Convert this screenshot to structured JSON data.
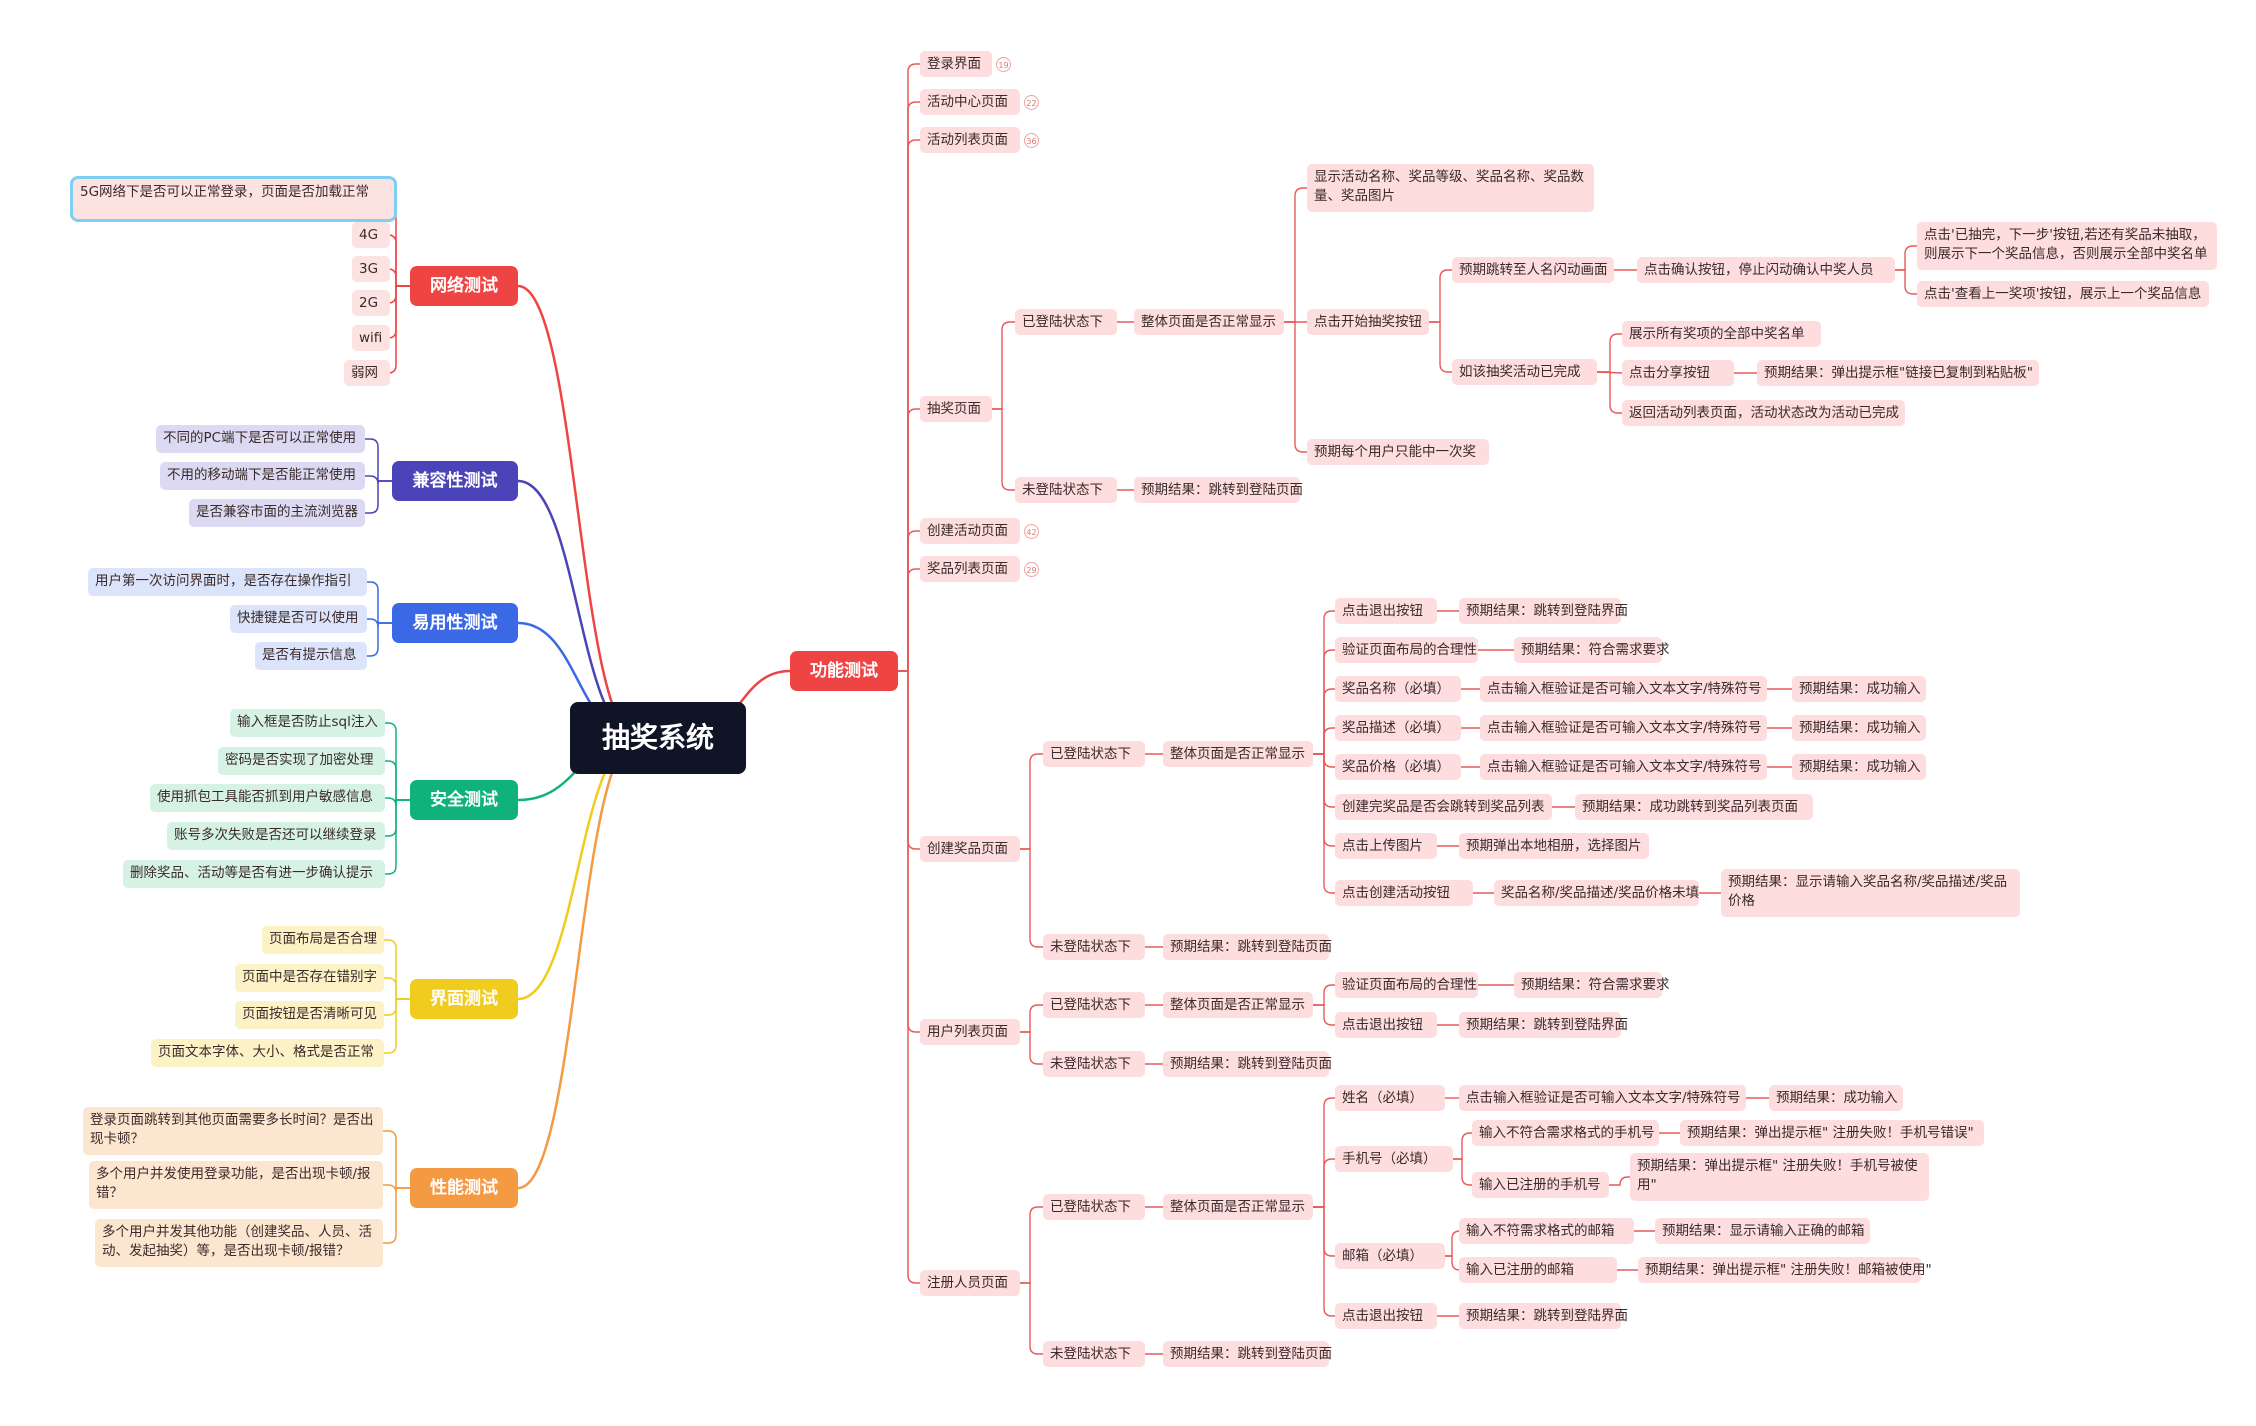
{
  "root": {
    "label": "抽奖系统"
  },
  "left": [
    {
      "label": "网络测试",
      "children": [
        "5G网络下是否可以正常登录，页面是否加载正常",
        "4G",
        "3G",
        "2G",
        "wifi",
        "弱网"
      ]
    },
    {
      "label": "兼容性测试",
      "children": [
        "不同的PC端下是否可以正常使用",
        "不用的移动端下是否能正常使用",
        "是否兼容市面的主流浏览器"
      ]
    },
    {
      "label": "易用性测试",
      "children": [
        "用户第一次访问界面时，是否存在操作指引",
        "快捷键是否可以使用",
        "是否有提示信息"
      ]
    },
    {
      "label": "安全测试",
      "children": [
        "输入框是否防止sql注入",
        "密码是否实现了加密处理",
        "使用抓包工具能否抓到用户敏感信息",
        "账号多次失败是否还可以继续登录",
        "删除奖品、活动等是否有进一步确认提示"
      ]
    },
    {
      "label": "界面测试",
      "children": [
        "页面布局是否合理",
        "页面中是否存在错别字",
        "页面按钮是否清晰可见",
        "页面文本字体、大小、格式是否正常"
      ]
    },
    {
      "label": "性能测试",
      "children": [
        "登录页面跳转到其他页面需要多长时间？是否出现卡顿？",
        "多个用户并发使用登录功能，是否出现卡顿/报错？",
        "多个用户并发其他功能（创建奖品、人员、活动、发起抽奖）等，是否出现卡顿/报错？"
      ]
    }
  ],
  "right": {
    "label": "功能测试",
    "children": [
      {
        "label": "登录界面",
        "count": "19"
      },
      {
        "label": "活动中心页面",
        "count": "22"
      },
      {
        "label": "活动列表页面",
        "count": "36"
      },
      {
        "label": "抽奖页面",
        "children": [
          {
            "label": "已登陆状态下",
            "children": [
              {
                "label": "整体页面是否正常显示",
                "children": [
                  {
                    "label": "显示活动名称、奖品等级、奖品名称、奖品数量、奖品图片"
                  },
                  {
                    "label": "点击开始抽奖按钮",
                    "children": [
                      {
                        "label": "预期跳转至人名闪动画面",
                        "children": [
                          {
                            "label": "点击确认按钮，停止闪动确认中奖人员",
                            "children": [
                              {
                                "label": "点击'已抽完，下一步'按钮,若还有奖品未抽取，则展示下一个奖品信息，否则展示全部中奖名单"
                              },
                              {
                                "label": "点击'查看上一奖项'按钮，展示上一个奖品信息"
                              }
                            ]
                          }
                        ]
                      },
                      {
                        "label": "如该抽奖活动已完成",
                        "children": [
                          {
                            "label": "展示所有奖项的全部中奖名单"
                          },
                          {
                            "label": "点击分享按钮",
                            "children": [
                              {
                                "label": "预期结果：弹出提示框\"链接已复制到粘贴板\""
                              }
                            ]
                          },
                          {
                            "label": "返回活动列表页面，活动状态改为活动已完成"
                          }
                        ]
                      }
                    ]
                  },
                  {
                    "label": "预期每个用户只能中一次奖"
                  }
                ]
              }
            ]
          },
          {
            "label": "未登陆状态下",
            "children": [
              {
                "label": "预期结果：跳转到登陆页面"
              }
            ]
          }
        ]
      },
      {
        "label": "创建活动页面",
        "count": "42"
      },
      {
        "label": "奖品列表页面",
        "count": "29"
      },
      {
        "label": "创建奖品页面",
        "children": [
          {
            "label": "已登陆状态下",
            "children": [
              {
                "label": "整体页面是否正常显示",
                "children": [
                  {
                    "label": "点击退出按钮",
                    "children": [
                      {
                        "label": "预期结果：跳转到登陆界面"
                      }
                    ]
                  },
                  {
                    "label": "验证页面布局的合理性",
                    "children": [
                      {
                        "label": "预期结果：符合需求要求"
                      }
                    ]
                  },
                  {
                    "label": "奖品名称（必填）",
                    "children": [
                      {
                        "label": "点击输入框验证是否可输入文本文字/特殊符号",
                        "children": [
                          {
                            "label": "预期结果：成功输入"
                          }
                        ]
                      }
                    ]
                  },
                  {
                    "label": "奖品描述（必填）",
                    "children": [
                      {
                        "label": "点击输入框验证是否可输入文本文字/特殊符号",
                        "children": [
                          {
                            "label": "预期结果：成功输入"
                          }
                        ]
                      }
                    ]
                  },
                  {
                    "label": "奖品价格（必填）",
                    "children": [
                      {
                        "label": "点击输入框验证是否可输入文本文字/特殊符号",
                        "children": [
                          {
                            "label": "预期结果：成功输入"
                          }
                        ]
                      }
                    ]
                  },
                  {
                    "label": "创建完奖品是否会跳转到奖品列表",
                    "children": [
                      {
                        "label": "预期结果：成功跳转到奖品列表页面"
                      }
                    ]
                  },
                  {
                    "label": "点击上传图片",
                    "children": [
                      {
                        "label": "预期弹出本地相册，选择图片"
                      }
                    ]
                  },
                  {
                    "label": "点击创建活动按钮",
                    "children": [
                      {
                        "label": "奖品名称/奖品描述/奖品价格未填",
                        "children": [
                          {
                            "label": "预期结果：显示请输入奖品名称/奖品描述/奖品价格"
                          }
                        ]
                      }
                    ]
                  }
                ]
              }
            ]
          },
          {
            "label": "未登陆状态下",
            "children": [
              {
                "label": "预期结果：跳转到登陆页面"
              }
            ]
          }
        ]
      },
      {
        "label": "用户列表页面",
        "children": [
          {
            "label": "已登陆状态下",
            "children": [
              {
                "label": "整体页面是否正常显示",
                "children": [
                  {
                    "label": "验证页面布局的合理性",
                    "children": [
                      {
                        "label": "预期结果：符合需求要求"
                      }
                    ]
                  },
                  {
                    "label": "点击退出按钮",
                    "children": [
                      {
                        "label": "预期结果：跳转到登陆界面"
                      }
                    ]
                  }
                ]
              }
            ]
          },
          {
            "label": "未登陆状态下",
            "children": [
              {
                "label": "预期结果：跳转到登陆页面"
              }
            ]
          }
        ]
      },
      {
        "label": "注册人员页面",
        "children": [
          {
            "label": "已登陆状态下",
            "children": [
              {
                "label": "整体页面是否正常显示",
                "children": [
                  {
                    "label": "姓名（必填）",
                    "children": [
                      {
                        "label": "点击输入框验证是否可输入文本文字/特殊符号",
                        "children": [
                          {
                            "label": "预期结果：成功输入"
                          }
                        ]
                      }
                    ]
                  },
                  {
                    "label": "手机号（必填）",
                    "children": [
                      {
                        "label": "输入不符合需求格式的手机号",
                        "children": [
                          {
                            "label": "预期结果：弹出提示框\" 注册失败！手机号错误\""
                          }
                        ]
                      },
                      {
                        "label": "输入已注册的手机号",
                        "children": [
                          {
                            "label": "预期结果：弹出提示框\" 注册失败！手机号被使用\""
                          }
                        ]
                      }
                    ]
                  },
                  {
                    "label": "邮箱（必填）",
                    "children": [
                      {
                        "label": "输入不符需求格式的邮箱",
                        "children": [
                          {
                            "label": "预期结果：显示请输入正确的邮箱"
                          }
                        ]
                      },
                      {
                        "label": "输入已注册的邮箱",
                        "children": [
                          {
                            "label": "预期结果：弹出提示框\" 注册失败！邮箱被使用\""
                          }
                        ]
                      }
                    ]
                  },
                  {
                    "label": "点击退出按钮",
                    "children": [
                      {
                        "label": "预期结果：跳转到登陆界面"
                      }
                    ]
                  }
                ]
              }
            ]
          },
          {
            "label": "未登陆状态下",
            "children": [
              {
                "label": "预期结果：跳转到登陆页面"
              }
            ]
          }
        ]
      }
    ]
  },
  "colors": {
    "root": "#0f1527",
    "func": "#ef4444",
    "func_light": "#fddddd",
    "func_line": "#e85a5a",
    "network": "#ef4444",
    "network_light": "#fde2e2",
    "compat": "#4b44b8",
    "compat_light": "#dcdaf3",
    "usability": "#3b69e6",
    "usability_light": "#dbe4fb",
    "security": "#10b27b",
    "security_light": "#d6f2e5",
    "ui": "#f0cc1e",
    "ui_light": "#fbf2c6",
    "perf": "#f49a43",
    "perf_light": "#fde6cf"
  }
}
